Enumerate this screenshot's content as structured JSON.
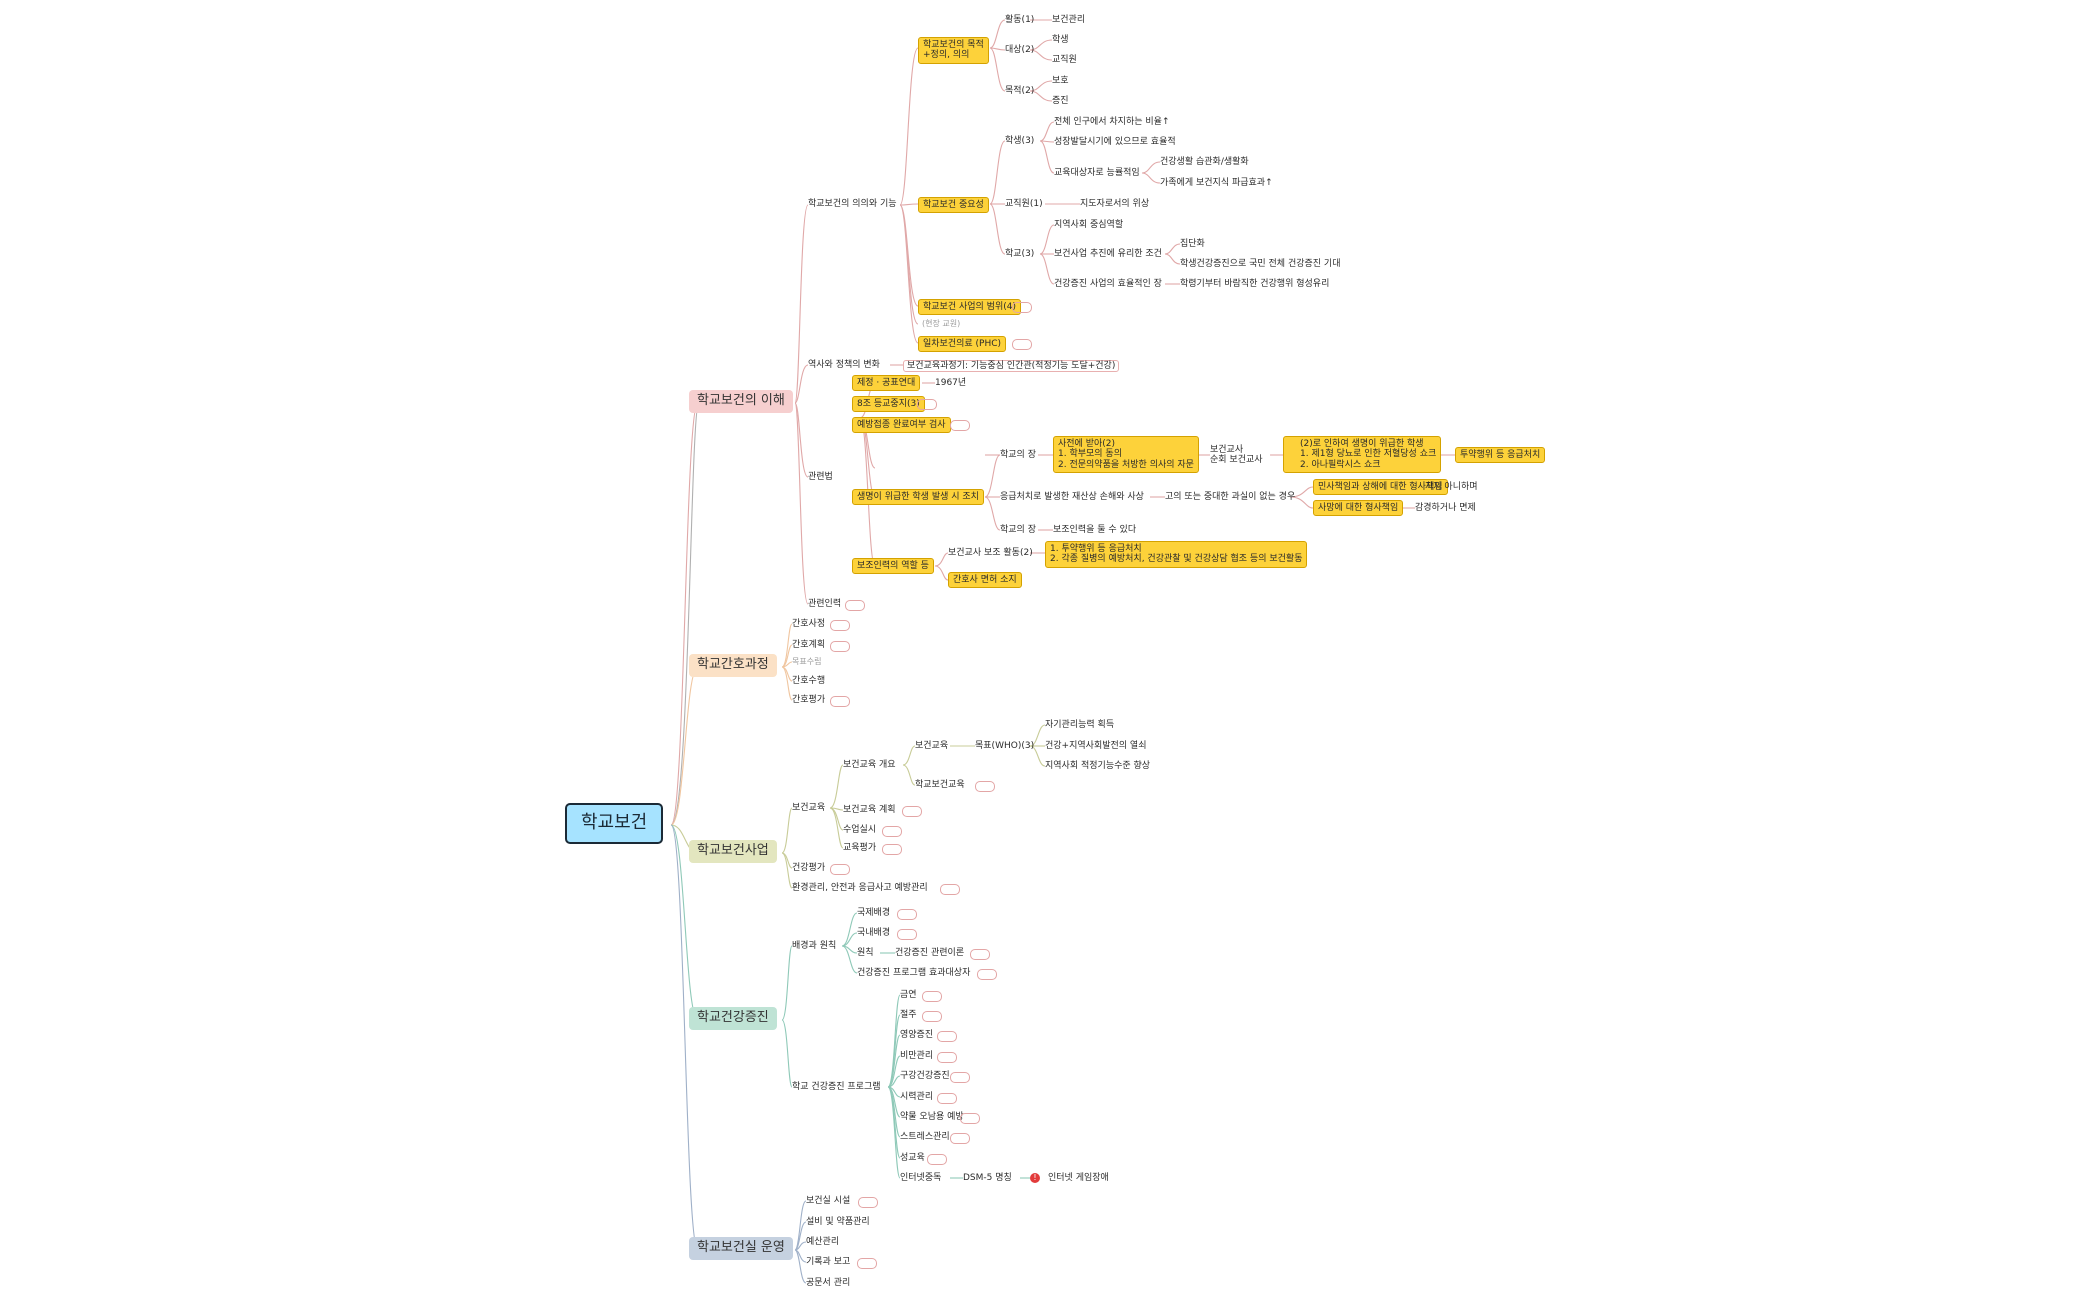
{
  "mindmap": {
    "root": "학교보건",
    "branches": [
      "학교보건의 이해",
      "학교간호과정",
      "학교보건사업",
      "학교건강증진",
      "학교보건실 운영"
    ],
    "understanding": {
      "meaning_function": "학교보건의 의의와 기능",
      "purpose": "학교보건의 목적\n+정의, 의의",
      "activity": "활동(1)",
      "health_mgmt": "보건관리",
      "target": "대상(2)",
      "student": "학생",
      "staff": "교직원",
      "goal": "목적(2)",
      "protect": "보호",
      "promote": "증진",
      "importance": "학교보건 중요성",
      "student3": "학생(3)",
      "pop_ratio": "전체 인구에서 차지하는 비율↑",
      "growth_period": "성장발달시기에 있으므로 효율적",
      "edu_target": "교육대상자로 능률적임",
      "habit": "건강생활 습관화/생활화",
      "family_spread": "가족에게 보건지식 파급효과↑",
      "staff1": "교직원(1)",
      "role_model": "지도자로서의 위상",
      "school3": "학교(3)",
      "community_center": "지역사회 중심역할",
      "favorable": "보건사업 추진에 유리한 조건",
      "group": "집단화",
      "expect": "학생건강증진으로 국민 전체 건강증진 기대",
      "place": "건강증진 사업의 효율적인 장",
      "early": "학령기부터 바람직한 건강행위 형성유리",
      "scope": "학교보건 사업의 범위(4)",
      "exam_hint": "(현장 교원)",
      "phc": "일차보건의료 (PHC)",
      "history": "역사와 정책의 변화",
      "curriculum": "보건교육과정기: 기능중심 인간관(적정기능 도달+건강)",
      "law": "관련법",
      "enact": "제정 · 공표연대",
      "year": "1967년",
      "article8": "8조 등교중지(3)",
      "vaccination": "예방접종 완료여부 검사",
      "emergency": "생명이 위급한 학생 발생 시 조치",
      "principal": "학교의 장",
      "prior_consent": "사전에 받아(2)\n1. 학부모의 동의\n2. 전문의약품을 처방한 의사의 자문",
      "health_teacher": "보건교사\n순회 보건교사",
      "urgent_student": "(2)로 인하여 생명이 위급한 학생\n1. 제1형 당뇨로 인한 저혈당성 쇼크\n2. 아나필락시스 쇼크",
      "injection": "투약행위 등 응급처치",
      "property_damage": "응급처치로 발생한 재산상 손해와 사상",
      "negligence": "고의 또는 중대한 과실이 없는 경우",
      "civil": "민사책임과 상해에 대한 형사책임",
      "not_liable": "지지 아니하며",
      "criminal_death": "사망에 대한 형사책임",
      "reduce": "감경하거나 면제",
      "principal2": "학교의 장",
      "assist_hire": "보조인력을 둘 수 있다",
      "assist_role": "보조인력의 역할 등",
      "assist_activity": "보건교사 보조 활동(2)",
      "assist_list": "1. 투약행위 등 응급처치\n2. 각종 질병의 예방처치, 건강관찰 및 건강상담 협조 등의 보건활동",
      "nurse_license": "간호사 면허 소지",
      "staff_related": "관련인력"
    },
    "nursing": {
      "assess": "간호사정",
      "plan": "간호계획",
      "goal": "목표수립",
      "implement": "간호수행",
      "evaluate": "간호평가"
    },
    "program": {
      "health_edu": "보건교육",
      "overview": "보건교육 개요",
      "he": "보건교육",
      "who_goal": "목표(WHO)(3)",
      "self_care": "자기관리능력 획득",
      "community": "건강+지역사회발전의 열쇠",
      "optimal": "지역사회 적정기능수준 향상",
      "school_he": "학교보건교육",
      "plan": "보건교육 계획",
      "class": "수업실시",
      "eval": "교육평가",
      "health_eval": "건강평가",
      "environment": "환경관리, 안전과 응급사고 예방관리"
    },
    "promotion": {
      "background": "배경과 원칙",
      "intl": "국제배경",
      "domestic": "국내배경",
      "principle": "원칙",
      "theory": "건강증진 관련이론",
      "target": "건강증진 프로그램 효과대상자",
      "program": "학교 건강증진 프로그램",
      "items": [
        "금연",
        "절주",
        "영양증진",
        "비만관리",
        "구강건강증진",
        "시력관리",
        "약물 오남용 예방",
        "스트레스관리",
        "성교육",
        "인터넷중독"
      ],
      "dsm": "DSM-5 명칭",
      "gaming": "인터넷 게임장애"
    },
    "operation": {
      "items": [
        "보건실 시설",
        "설비 및 약품관리",
        "예산관리",
        "기록과 보고",
        "공문서 관리"
      ]
    }
  }
}
